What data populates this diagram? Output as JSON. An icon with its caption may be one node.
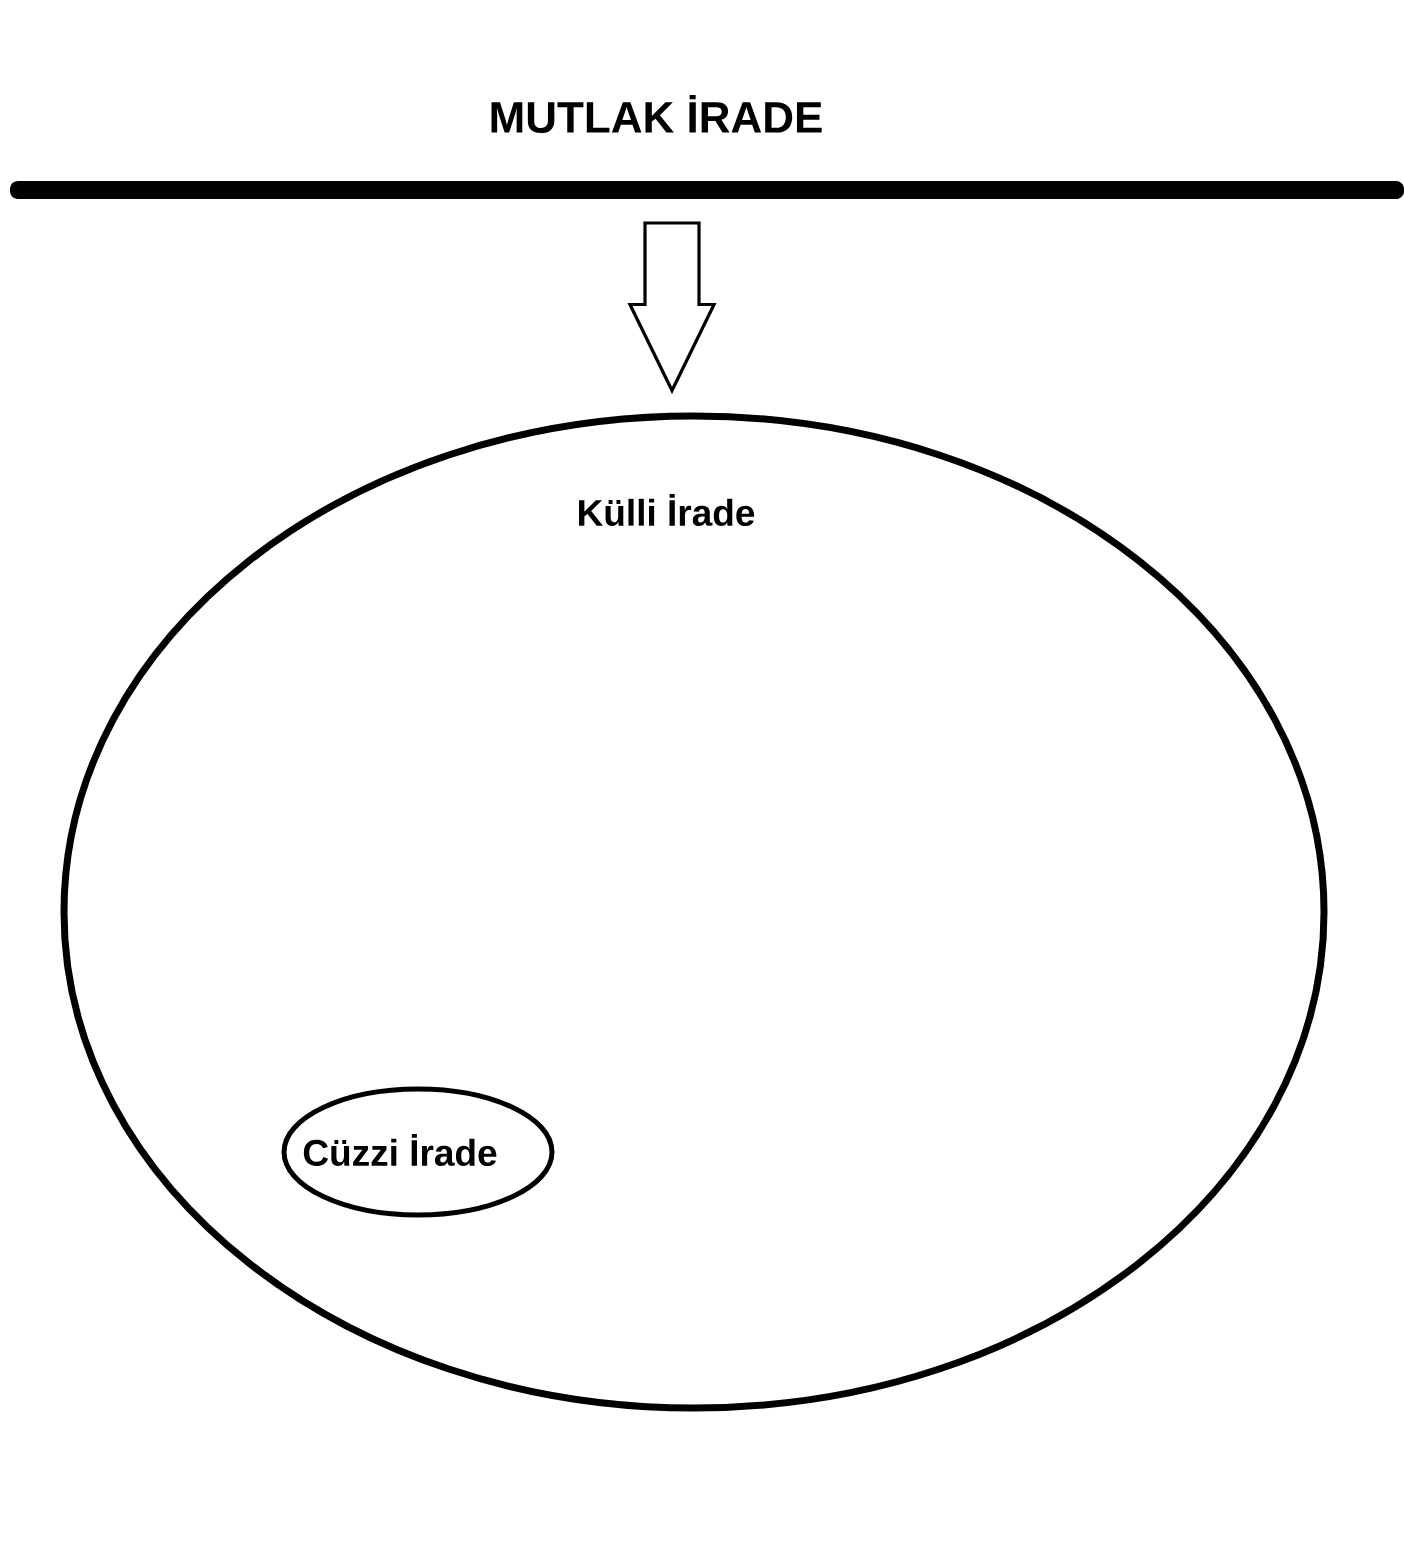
{
  "diagram": {
    "nodes": [
      {
        "text": [
          "MUTLAK İRADE"
        ]
      },
      {
        "text": [
          "Külli İrade"
        ]
      },
      {
        "text": [
          "Cüzzi İrade"
        ],
        "in": 1
      }
    ],
    "edges": [
      {
        "from": 0,
        "to": 1,
        "arrow": "to"
      }
    ]
  }
}
